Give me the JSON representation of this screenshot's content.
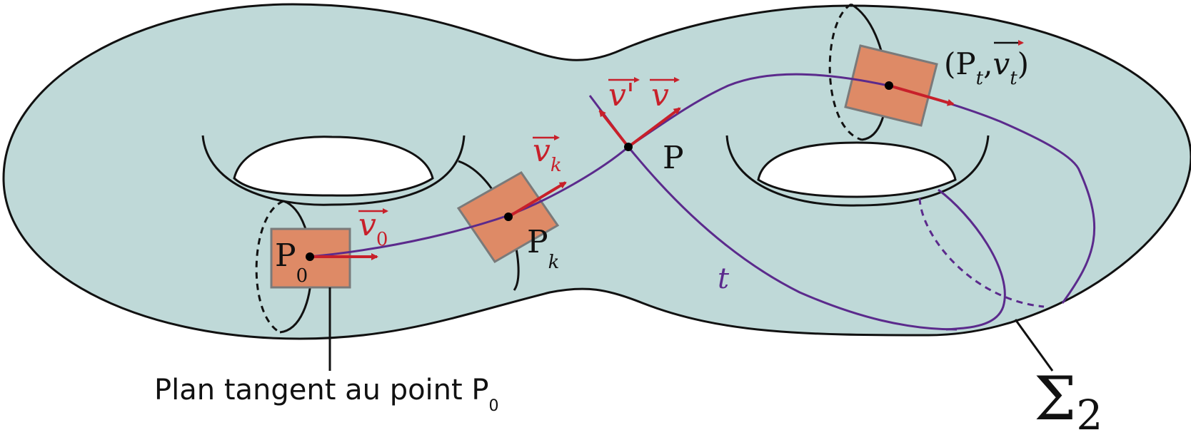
{
  "labels": {
    "p0": "P",
    "p0_sub": "0",
    "pk": "P",
    "pk_sub": "k",
    "p": "P",
    "pt_open": "(P",
    "pt_sub": "t",
    "pt_comma": ",",
    "vt": "v",
    "vt_sub": "t",
    "pt_close": ")",
    "v0": "v",
    "v0_sub": "0",
    "vk": "v",
    "vk_sub": "k",
    "v": "v",
    "vprime": "v",
    "prime": "'",
    "t": "t",
    "sigma": "Σ",
    "sigma_sub": "2",
    "caption": "Plan tangent au point P",
    "caption_sub": "0"
  },
  "colors": {
    "surface": "#bfd9d8",
    "outline": "#111111",
    "path": "#5b2a8c",
    "vector": "#c8202a",
    "plane_fill": "#de8a66",
    "plane_stroke": "#7a7a7a"
  }
}
